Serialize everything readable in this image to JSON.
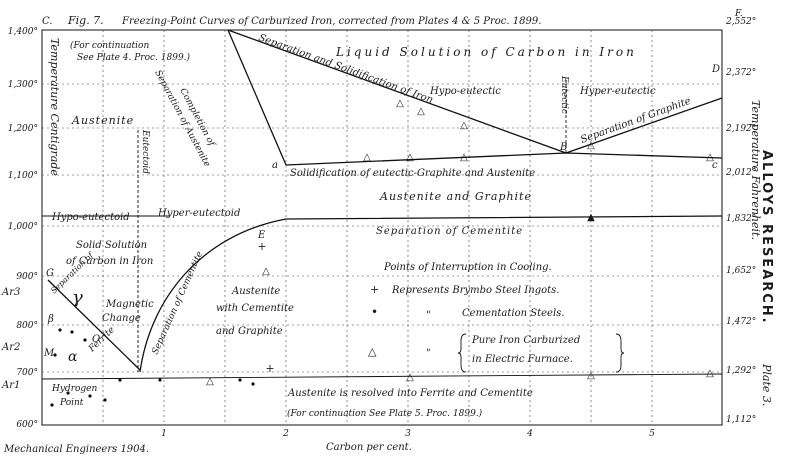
{
  "figure": {
    "fig_no": "Fig. 7.",
    "title": "Freezing-Point Curves of Carburized Iron, corrected from Plates 4 & 5 Proc. 1899.",
    "unit_c": "C.",
    "unit_f": "F.",
    "continuation_top": "(For continuation",
    "continuation_top2": "See Plate 4. Proc. 1899.)",
    "continuation_bottom": "(For continuation See Plate 5. Proc. 1899.)",
    "left_axis_label": "Temperature Centigrade",
    "right_axis_label": "Temperature Fahrenheit.",
    "side_title": "ALLOYS RESEARCH.",
    "plate": "Plate 3.",
    "footer_left": "Mechanical Engineers 1904.",
    "x_axis_label": "Carbon per cent."
  },
  "axes": {
    "y_left_ticks": [
      "1,400°",
      "1,300°",
      "1,200°",
      "1,100°",
      "1,000°",
      "900°",
      "800°",
      "700°",
      "600°"
    ],
    "y_right_ticks": [
      "2,552°",
      "2,372°",
      "2,192°",
      "2,012°",
      "1,832°",
      "1,652°",
      "1,472°",
      "1,292°",
      "1,112°"
    ],
    "x_ticks": [
      "1",
      "2",
      "3",
      "4",
      "5"
    ],
    "ar_labels": [
      "Ar3",
      "Ar2",
      "Ar1"
    ]
  },
  "regions": {
    "liquid": "Liquid Solution of Carbon in Iron",
    "hypo_eutectic": "Hypo-eutectic",
    "hyper_eutectic": "Hyper-eutectic",
    "eutectic": "Eutectic",
    "austenite_top": "Austenite",
    "austenite_graphite": "Austenite and Graphite",
    "separation_cementite": "Separation of Cementite",
    "hypo_eutectoid": "Hypo-eutectoid",
    "hyper_eutectoid": "Hyper-eutectoid",
    "eutectoid": "Eutectoid",
    "solid_solution": "Solid Solution",
    "carbon_in_iron": "of Carbon in Iron",
    "austenite_cementite": "Austenite",
    "with_cementite": "with Cementite",
    "and_graphite": "and Graphite",
    "magnetic": "Magnetic",
    "change": "Change",
    "hydrogen": "Hydrogen",
    "point": "Point",
    "resolved": "Austenite is resolved into Ferrite and Cementite",
    "ferrite": "Ferrite",
    "separation_of": "Separation of",
    "separation_cem_curve": "Separation of Cementite",
    "completion_of": "Completion of",
    "separation_austenite": "Separation of Austenite",
    "sep_solidification": "Separation and Solidification of Iron",
    "sep_graphite": "Separation of Graphite",
    "solidification_eutectic": "Solidification of eutectic-Graphite and Austenite",
    "gamma": "γ",
    "alpha": "α"
  },
  "points": {
    "a": "a",
    "B": "B",
    "c": "c",
    "D": "D",
    "E": "E",
    "G": "G",
    "Bpt": "β",
    "M": "M",
    "O": "O"
  },
  "legend": {
    "title": "Points of Interruption in Cooling.",
    "plus_symbol": "+",
    "plus_text": "Represents Brymbo Steel Ingots.",
    "dot_symbol": "•",
    "dot_text": "Cementation Steels.",
    "ditto": "\"",
    "ditto2": "\"",
    "tri_symbol": "△",
    "tri_text1": "Pure Iron Carburized",
    "tri_text2": "in Electric Furnace."
  }
}
